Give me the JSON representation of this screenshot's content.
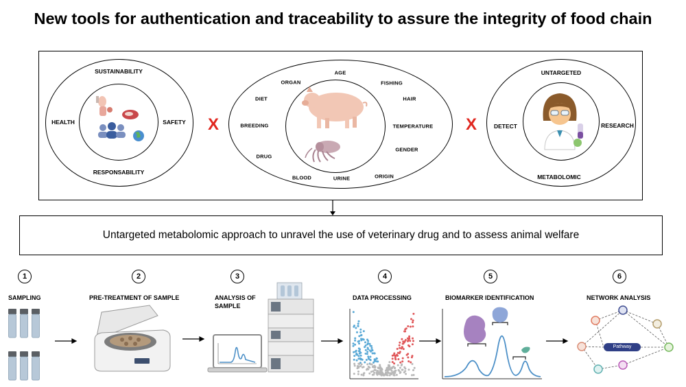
{
  "title": "New tools for authentication and traceability to assure the integrity of food chain",
  "left_circle": {
    "top": "SUSTAINABILITY",
    "left": "HEALTH",
    "right": "SAFETY",
    "bottom": "RESPONSABILITY"
  },
  "center_ellipse": {
    "labels": {
      "age": "AGE",
      "organ": "ORGAN",
      "fishing": "FISHING",
      "diet": "DIET",
      "hair": "HAIR",
      "breeding": "BREEDING",
      "temperature": "TEMPERATURE",
      "drug": "DRUG",
      "gender": "GENDER",
      "blood": "BLOOD",
      "urine": "URINE",
      "origin": "ORIGIN"
    }
  },
  "right_circle": {
    "top": "UNTARGETED",
    "left": "DETECT",
    "right": "RESEARCH",
    "bottom": "METABOLOMIC"
  },
  "cross_symbol": "X",
  "approach_text": "Untargeted metabolomic approach to unravel the use of veterinary drug and to assess animal welfare",
  "steps": [
    {
      "number": "1",
      "label": "SAMPLING"
    },
    {
      "number": "2",
      "label": "PRE-TREATMENT OF SAMPLE"
    },
    {
      "number": "3",
      "label_line1": "ANALYSIS OF",
      "label_line2": "SAMPLE"
    },
    {
      "number": "4",
      "label": "DATA PROCESSING"
    },
    {
      "number": "5",
      "label": "BIOMARKER IDENTIFICATION"
    },
    {
      "number": "6",
      "label": "NETWORK ANALYSIS"
    }
  ],
  "network_center_label": "Pathway",
  "colors": {
    "cross": "#e0261e",
    "volcano_blue": "#5aa9d6",
    "volcano_red": "#e0585a",
    "volcano_grey": "#b8b8b8",
    "pathway_node": "#2f3f86",
    "curve": "#4b8fc7",
    "vial_liquid": "#b7c8d8"
  }
}
